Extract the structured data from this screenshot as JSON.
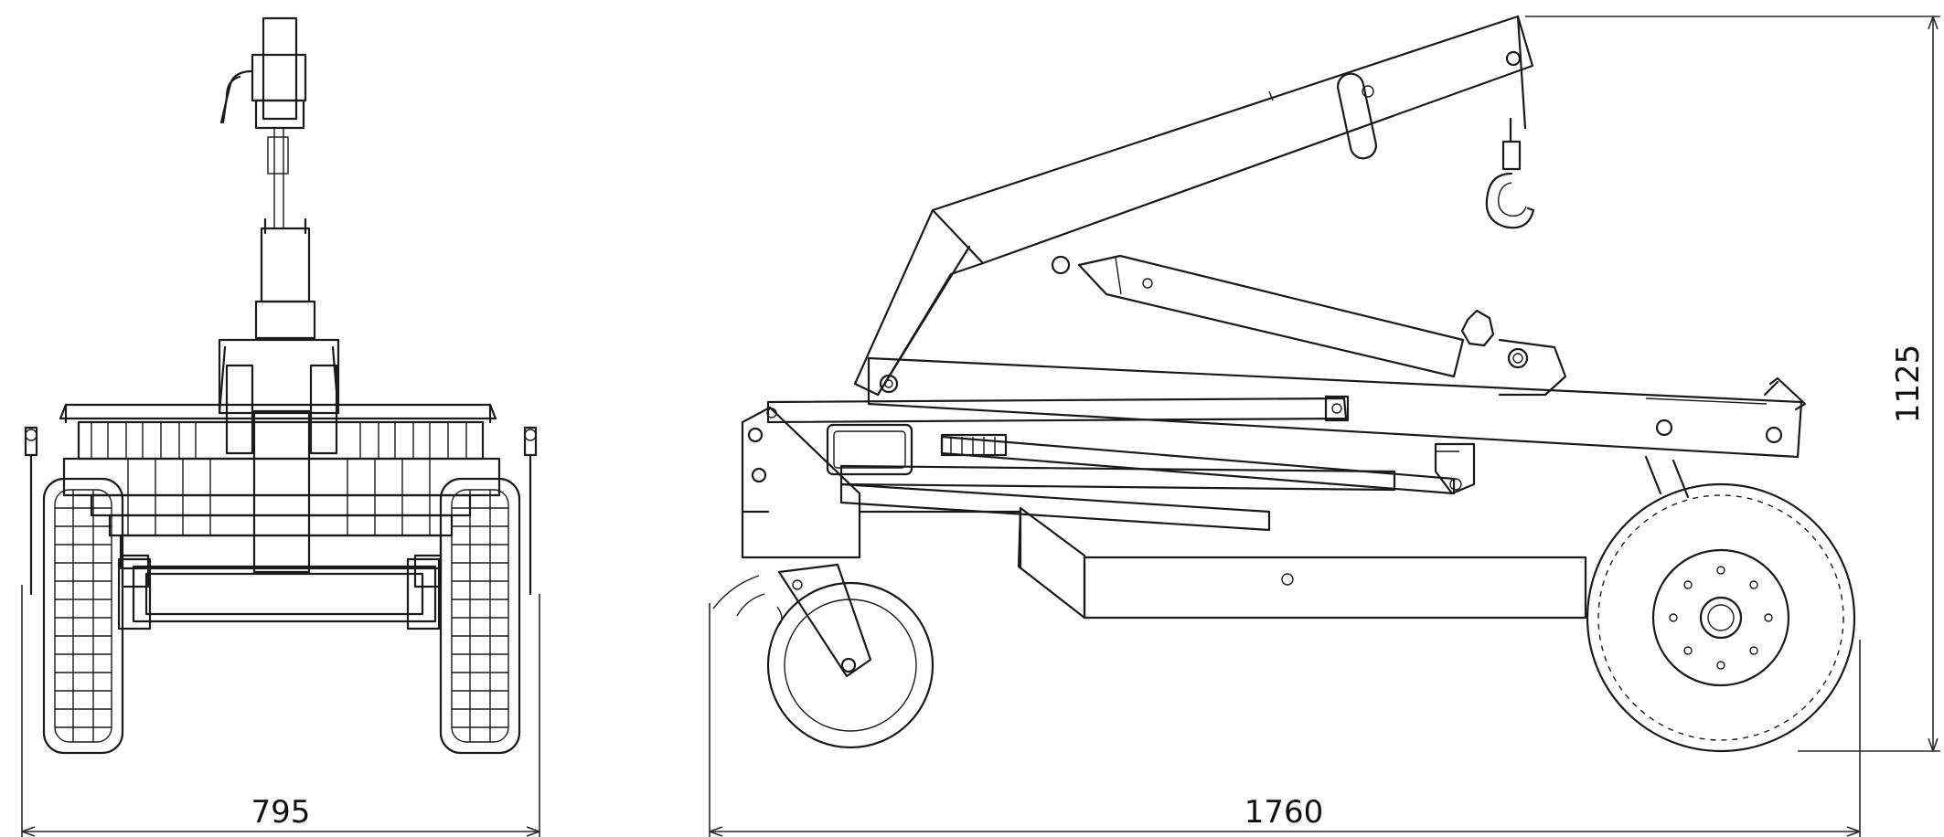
{
  "dimensions": {
    "front_width": "795",
    "side_length": "1760",
    "height": "1125"
  }
}
